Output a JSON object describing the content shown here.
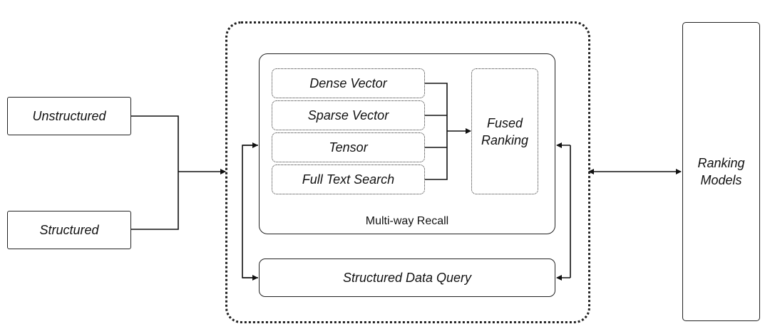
{
  "inputs": {
    "unstructured": "Unstructured",
    "structured": "Structured"
  },
  "multiway_recall": {
    "caption": "Multi-way Recall",
    "methods": [
      "Dense Vector",
      "Sparse Vector",
      "Tensor",
      "Full Text Search"
    ],
    "fused_ranking": "Fused Ranking"
  },
  "structured_data_query": "Structured Data Query",
  "ranking_models": "Ranking Models"
}
